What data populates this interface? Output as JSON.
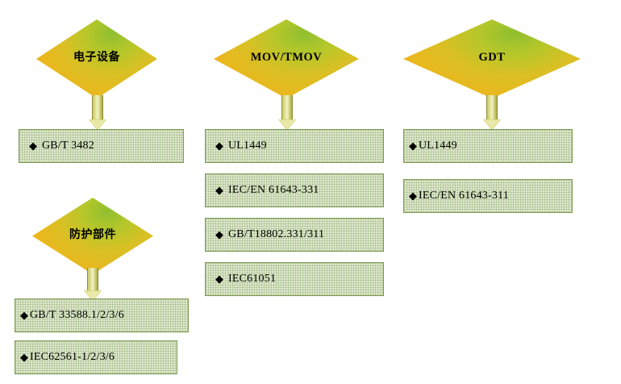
{
  "diagram": {
    "title": "standards-overview-diagram",
    "bullet_glyph": "◆",
    "colors": {
      "diamond_gradient_start": "#8fbf2f",
      "diamond_gradient_end": "#eeae17",
      "box_fill": "#dfe9cf",
      "box_border": "#7f9a54",
      "arrow_fill": "#e9e9a8",
      "text": "#000000"
    },
    "nodes": [
      {
        "id": "electronic-equipment",
        "label": "电子设备"
      },
      {
        "id": "mov-tmov",
        "label": "MOV/TMOV"
      },
      {
        "id": "gdt",
        "label": "GDT"
      },
      {
        "id": "protection-component",
        "label": "防护部件"
      }
    ],
    "columns": [
      {
        "id": "column-electronic-equipment",
        "source": "电子设备",
        "items": [
          "GB/T 3482"
        ]
      },
      {
        "id": "column-mov-tmov",
        "source": "MOV/TMOV",
        "items": [
          "UL1449",
          "IEC/EN 61643-331",
          "GB/T18802.331/311",
          "IEC61051"
        ]
      },
      {
        "id": "column-gdt",
        "source": "GDT",
        "items": [
          "UL1449",
          "IEC/EN 61643-311"
        ]
      },
      {
        "id": "column-protection-component",
        "source": "防护部件",
        "items": [
          "GB/T 33588.1/2/3/6",
          "IEC62561-1/2/3/6"
        ]
      }
    ]
  }
}
